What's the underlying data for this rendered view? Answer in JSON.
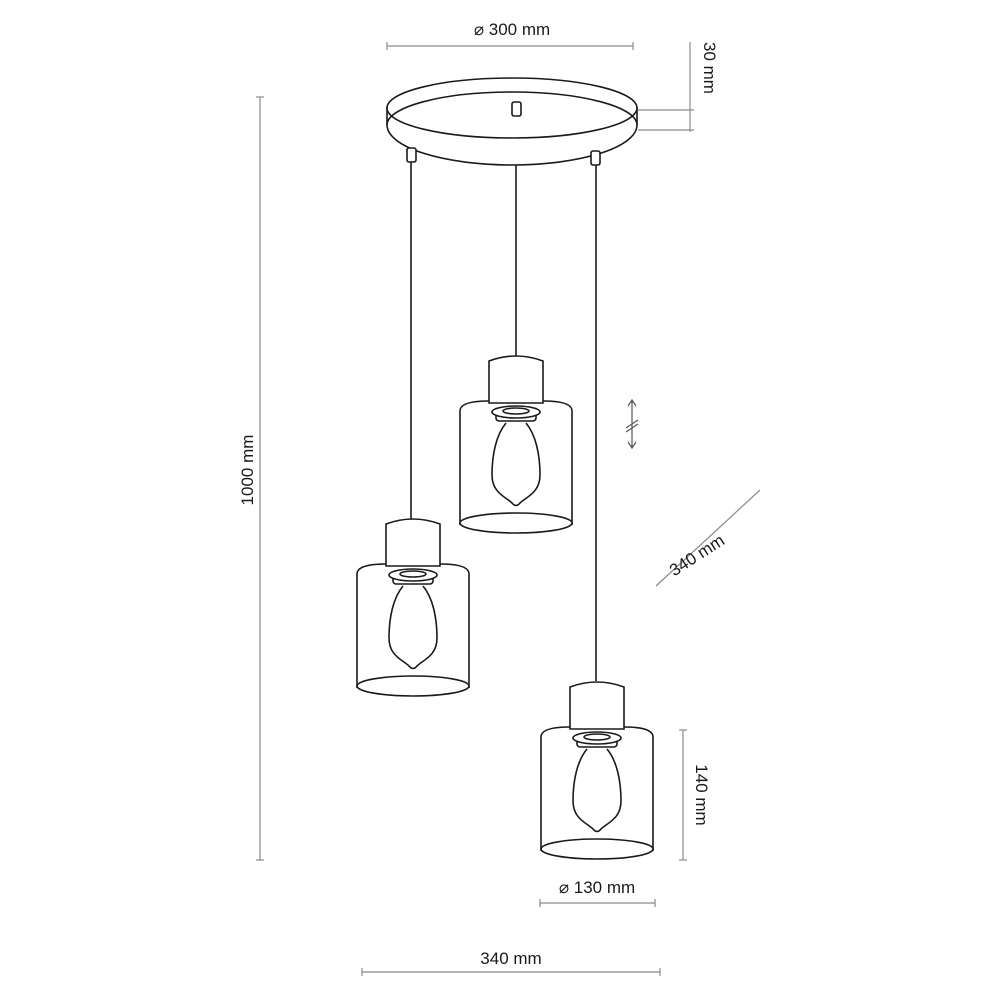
{
  "diagram": {
    "dimensions": {
      "canopy_diameter": "⌀ 300 mm",
      "canopy_height": "30 mm",
      "total_height": "1000 mm",
      "cluster_diagonal": "340 mm",
      "cluster_width": "340 mm",
      "shade_height": "140 mm",
      "shade_diameter": "⌀ 130 mm"
    },
    "colors": {
      "line": "#1a1a1a",
      "dimension": "#8a8a8a"
    },
    "icons": [
      "adjustable-cable-icon"
    ]
  }
}
